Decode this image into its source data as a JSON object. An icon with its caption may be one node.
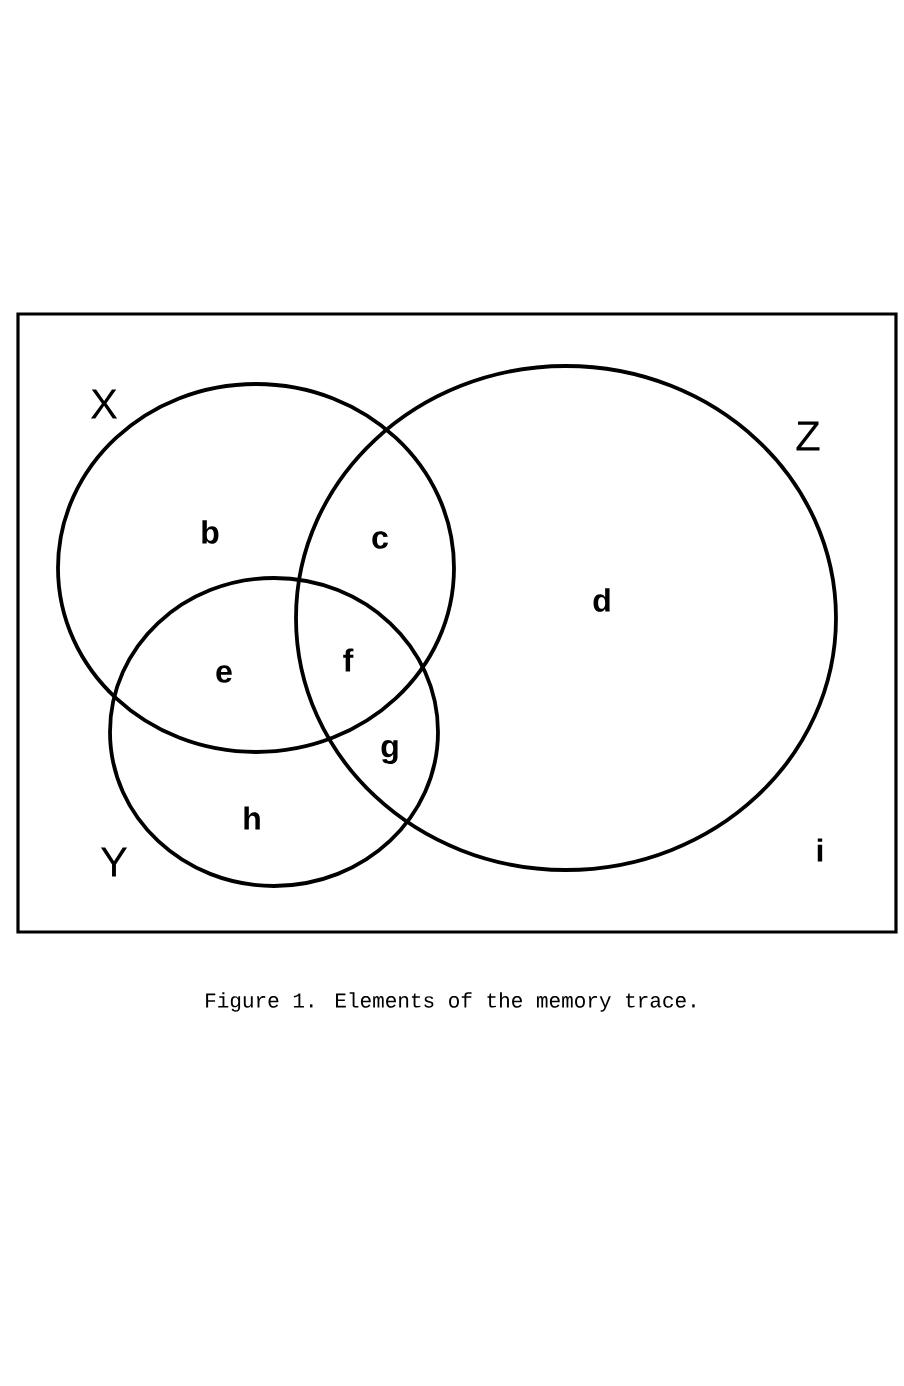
{
  "diagram": {
    "caption": "Figure 1.  Elements of the memory trace.",
    "nodes": [
      {
        "text": [],
        "shape": "box"
      },
      {
        "text": [
          "X"
        ],
        "in": 0
      },
      {
        "text": [
          "Z"
        ],
        "in": 0
      },
      {
        "text": [
          "Y"
        ],
        "in": 0
      }
    ],
    "labels": [
      "b",
      "c",
      "d",
      "e",
      "f",
      "g",
      "h",
      "i"
    ]
  }
}
